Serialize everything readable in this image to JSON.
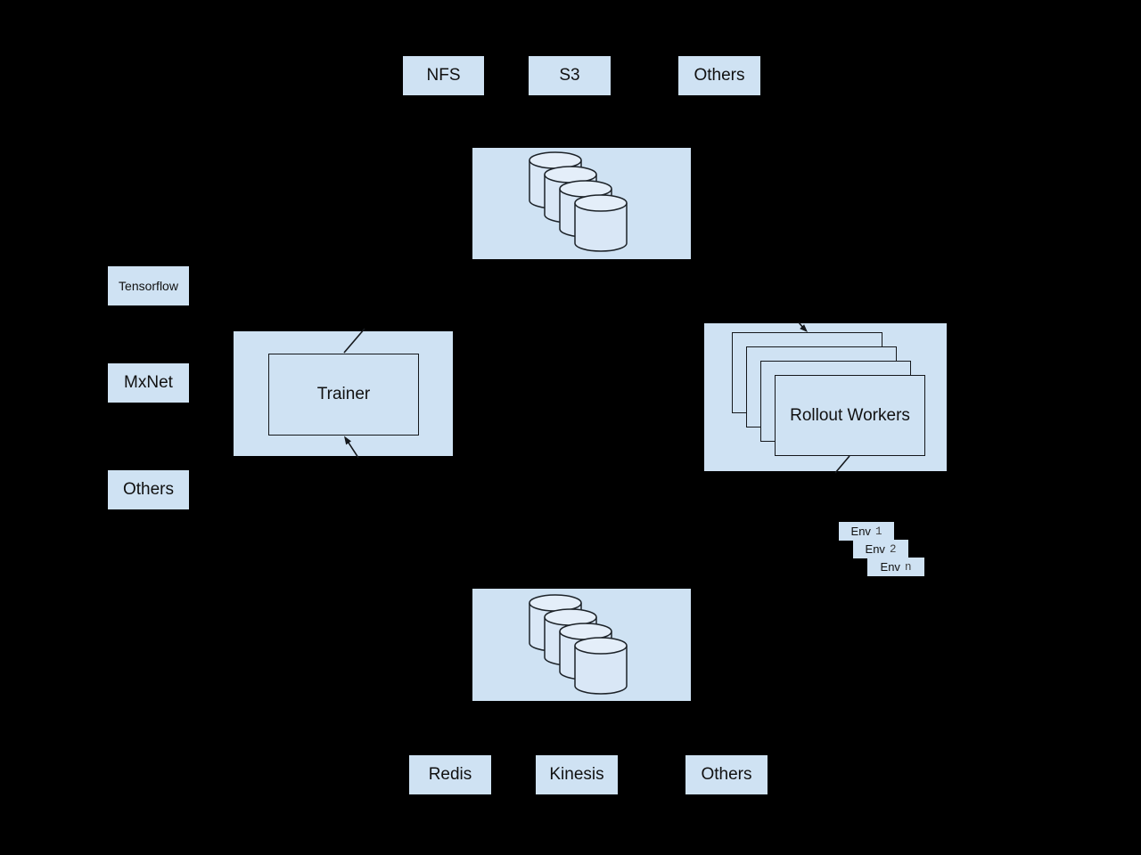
{
  "colors": {
    "background": "#000000",
    "node_fill": "#cfe2f3",
    "cylinder_fill": "#d9e7f6",
    "cylinder_top_fill": "#e4eef9",
    "stroke": "#1c2228",
    "text": "#111111"
  },
  "storage_backends_top": {
    "items": [
      {
        "label": "NFS"
      },
      {
        "label": "S3"
      },
      {
        "label": "Others"
      }
    ]
  },
  "model_storage": {
    "cylinder_count": 4
  },
  "frameworks": {
    "items": [
      {
        "label": "Tensorflow"
      },
      {
        "label": "MxNet"
      },
      {
        "label": "Others"
      }
    ]
  },
  "trainer": {
    "label": "Trainer"
  },
  "rollout_workers": {
    "label": "Rollout Workers",
    "stack_count": 4
  },
  "environments": {
    "items": [
      {
        "prefix": "Env",
        "suffix": "1"
      },
      {
        "prefix": "Env",
        "suffix": "2"
      },
      {
        "prefix": "Env",
        "suffix": "n"
      }
    ]
  },
  "memory_backend_storage": {
    "cylinder_count": 4
  },
  "memory_backends_bottom": {
    "items": [
      {
        "label": "Redis"
      },
      {
        "label": "Kinesis"
      },
      {
        "label": "Others"
      }
    ]
  }
}
